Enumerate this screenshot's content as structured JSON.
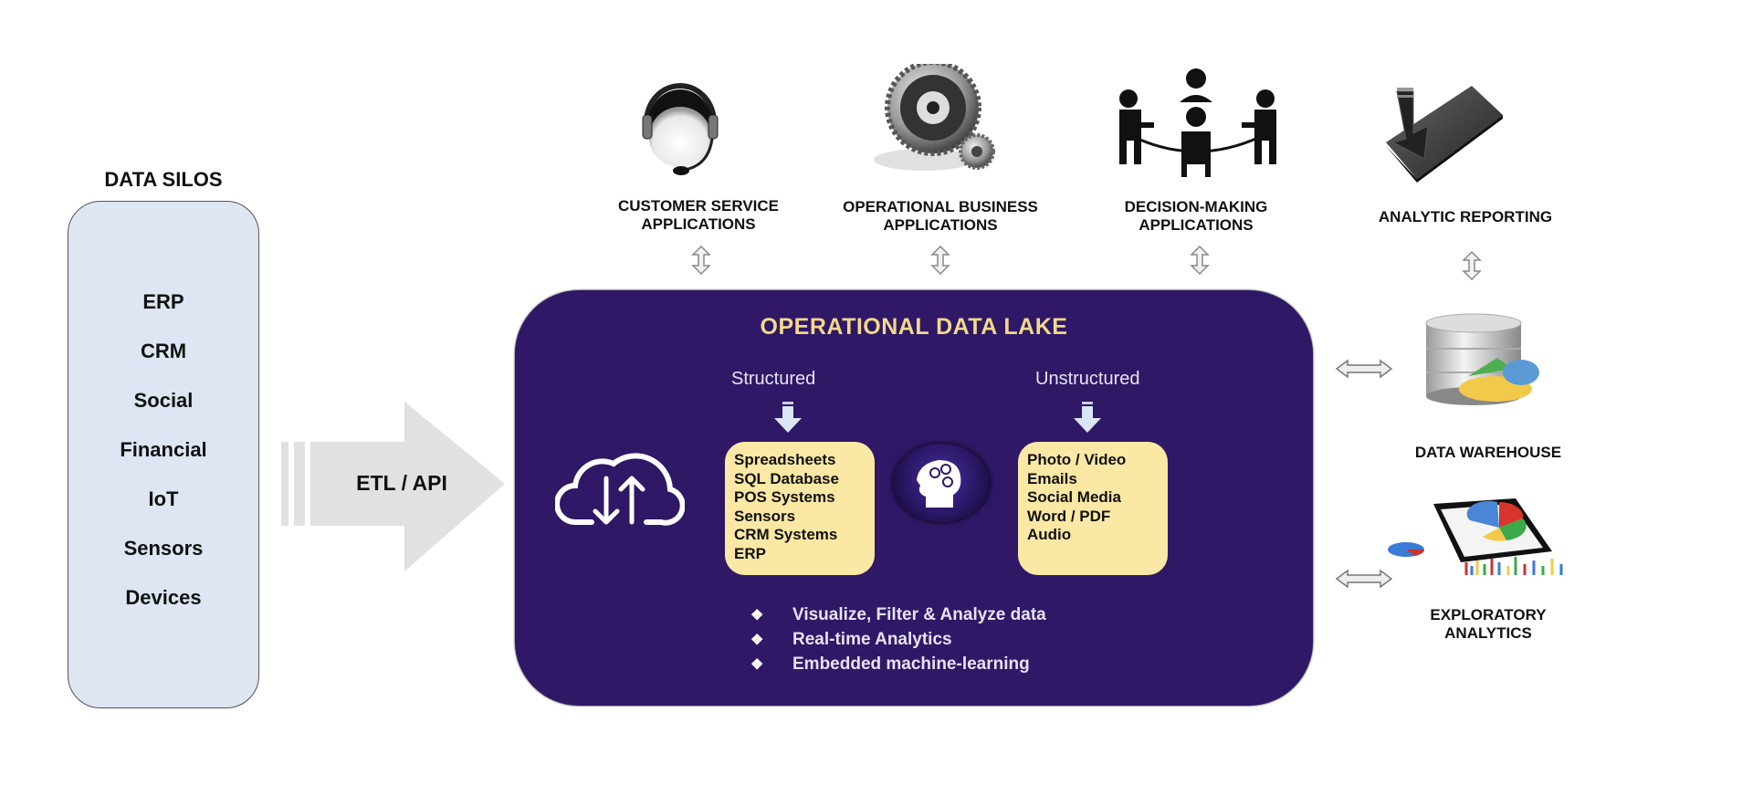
{
  "data_silos": {
    "title": "DATA SILOS",
    "items": [
      "ERP",
      "CRM",
      "Social",
      "Financial",
      "IoT",
      "Sensors",
      "Devices"
    ]
  },
  "etl": {
    "label": "ETL / API"
  },
  "applications": [
    {
      "icon": "headset-agent-icon",
      "line1": "CUSTOMER SERVICE",
      "line2": "APPLICATIONS"
    },
    {
      "icon": "gears-icon",
      "line1": "OPERATIONAL BUSINESS",
      "line2": "APPLICATIONS"
    },
    {
      "icon": "meeting-table-icon",
      "line1": "DECISION-MAKING",
      "line2": "APPLICATIONS"
    },
    {
      "icon": "report-download-icon",
      "line1": "ANALYTIC REPORTING",
      "line2": ""
    }
  ],
  "lake": {
    "title": "OPERATIONAL DATA LAKE",
    "structured": {
      "label": "Structured",
      "items": [
        "Spreadsheets",
        "SQL Database",
        "POS Systems",
        "Sensors",
        "CRM Systems",
        "ERP"
      ]
    },
    "unstructured": {
      "label": "Unstructured",
      "items": [
        "Photo / Video",
        "Emails",
        "Social Media",
        "Word / PDF",
        "Audio"
      ]
    },
    "bullet_symbol": "❖",
    "bullets": [
      "Visualize, Filter & Analyze data",
      "Real-time Analytics",
      "Embedded machine-learning"
    ]
  },
  "right": {
    "warehouse_label": "DATA WAREHOUSE",
    "exploratory_line1": "EXPLORATORY",
    "exploratory_line2": "ANALYTICS"
  },
  "colors": {
    "lake_purple": "#2f1866",
    "lake_title": "#f2d88a",
    "yellow_box": "#fbe8a4",
    "silos_fill": "#dde6f2",
    "arrow_gray": "#e2e1df"
  }
}
